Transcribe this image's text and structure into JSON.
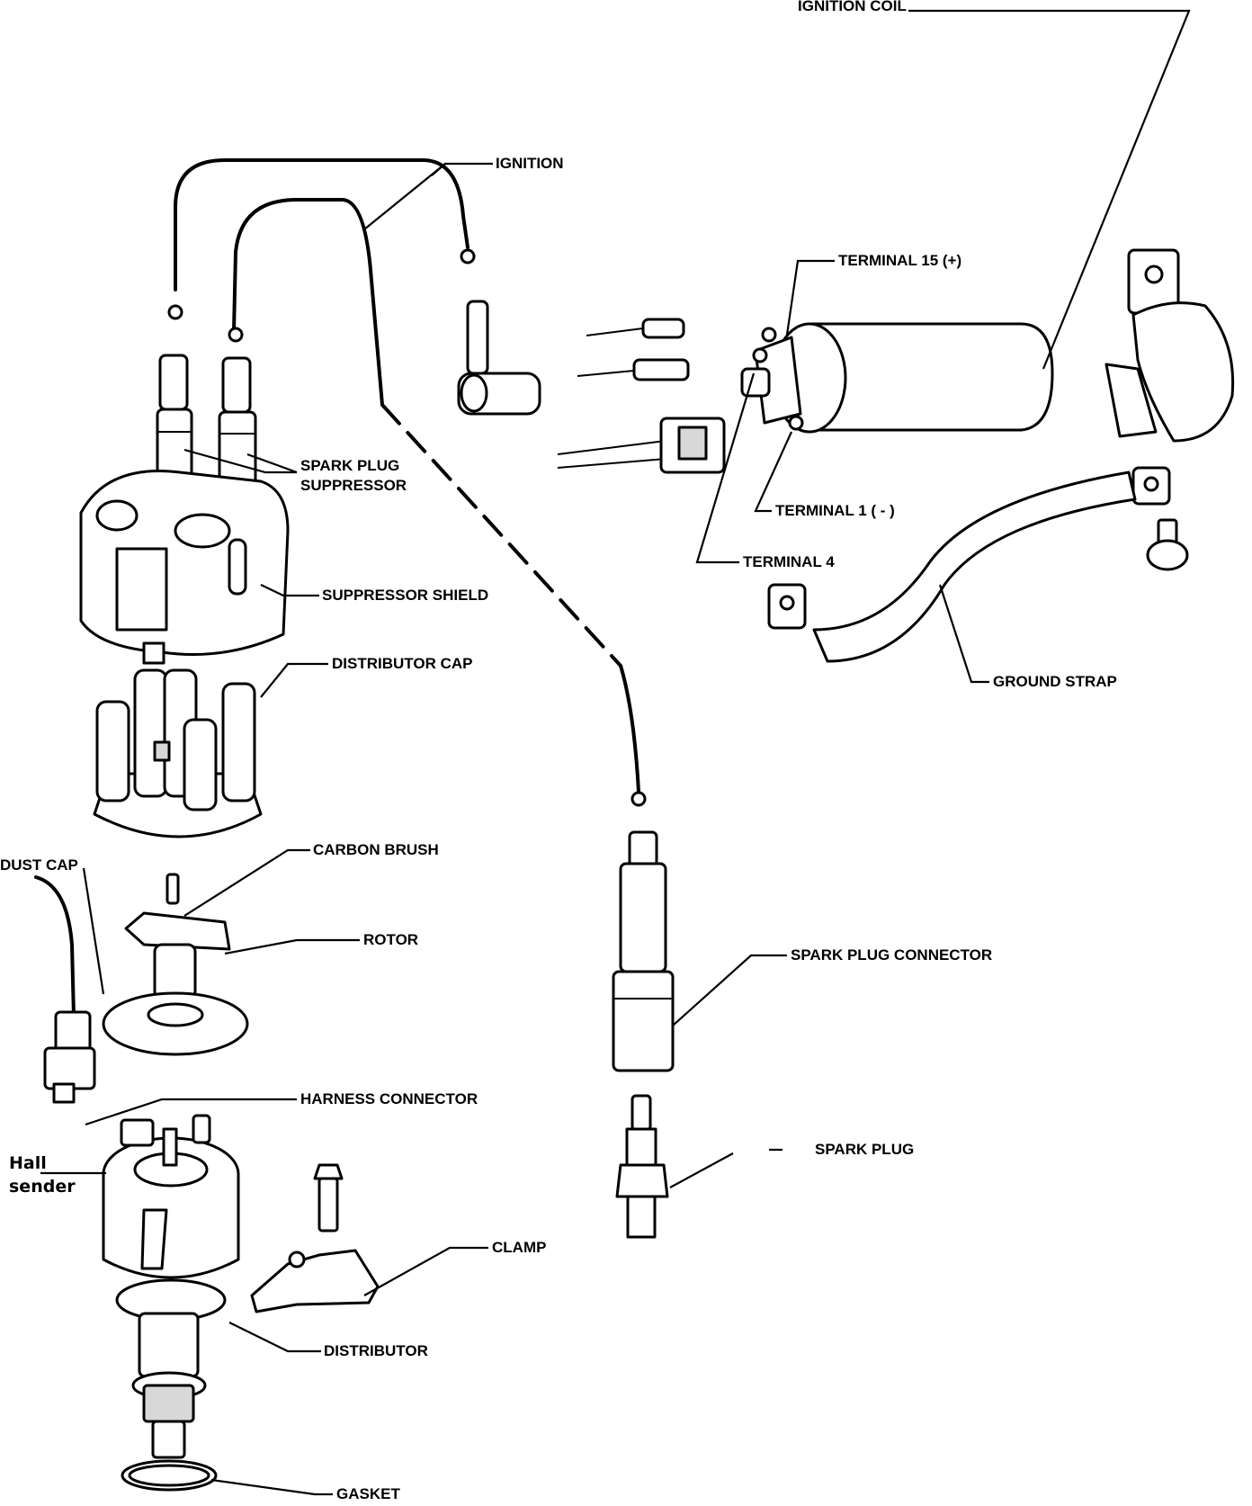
{
  "labels": {
    "ignition_coil": "IGNITION COIL",
    "ignition": "IGNITION",
    "terminal_15": "TERMINAL 15 (+)",
    "terminal_1": "TERMINAL 1 ( - )",
    "terminal_4": "TERMINAL 4",
    "ground_strap": "GROUND STRAP",
    "spark_plug_suppressor_1": "SPARK PLUG",
    "spark_plug_suppressor_2": "SUPPRESSOR",
    "suppressor_shield": "SUPPRESSOR SHIELD",
    "distributor_cap": "DISTRIBUTOR CAP",
    "carbon_brush": "CARBON BRUSH",
    "dust_cap": "DUST CAP",
    "rotor": "ROTOR",
    "spark_plug_connector": "SPARK PLUG CONNECTOR",
    "harness_connector": "HARNESS CONNECTOR",
    "spark_plug": "SPARK PLUG",
    "hall_sender_1": "Hall",
    "hall_sender_2": "sender",
    "clamp": "CLAMP",
    "distributor": "DISTRIBUTOR",
    "gasket": "GASKET"
  }
}
